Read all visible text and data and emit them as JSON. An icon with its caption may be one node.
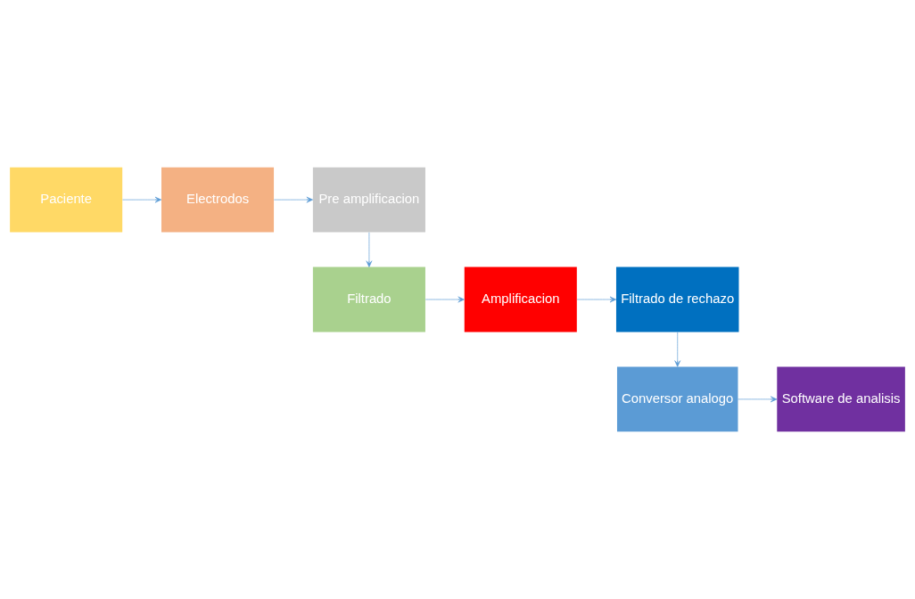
{
  "diagram": {
    "nodes": [
      {
        "text": [
          "Paciente"
        ]
      },
      {
        "text": [
          "Electrodos"
        ]
      },
      {
        "text": [
          "Pre amplificacion"
        ]
      },
      {
        "text": [
          "Filtrado"
        ]
      },
      {
        "text": [
          "Amplificacion"
        ]
      },
      {
        "text": [
          "Filtrado de rechazo"
        ]
      },
      {
        "text": [
          "Conversor analogo"
        ]
      },
      {
        "text": [
          "Software de analisis"
        ]
      }
    ],
    "edges": [
      {
        "from": 0,
        "to": 1,
        "arrow": "to"
      },
      {
        "from": 1,
        "to": 2,
        "arrow": "to"
      },
      {
        "from": 2,
        "to": 3,
        "arrow": "to"
      },
      {
        "from": 3,
        "to": 4,
        "arrow": "to"
      },
      {
        "from": 4,
        "to": 5,
        "arrow": "to"
      },
      {
        "from": 5,
        "to": 6,
        "arrow": "to"
      },
      {
        "from": 6,
        "to": 7,
        "arrow": "to"
      }
    ]
  }
}
